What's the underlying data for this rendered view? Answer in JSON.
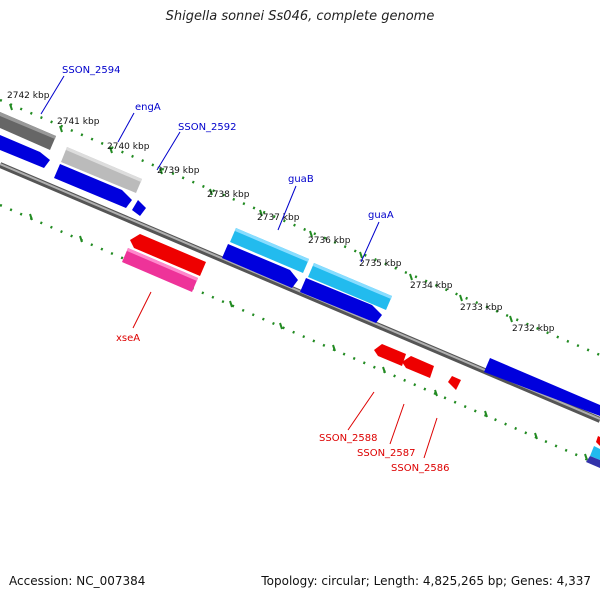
{
  "title": "Shigella sonnei Ss046, complete genome",
  "footer": {
    "accession": "Accession: NC_007384",
    "summary": "Topology: circular; Length: 4,825,265 bp; Genes: 4,337"
  },
  "colors": {
    "backbone": "#888888",
    "tick": "#228b22",
    "forward_label": "#0000cc",
    "reverse_label": "#dd0000",
    "blue": "#0000dd",
    "cyan": "#22bbee",
    "red": "#ee0000",
    "pink": "#ee3399",
    "dark_grey": "#666666",
    "light_grey": "#bbbbbb"
  },
  "scale_ticks": [
    "2742 kbp",
    "2741 kbp",
    "2740 kbp",
    "2739 kbp",
    "2738 kbp",
    "2737 kbp",
    "2736 kbp",
    "2735 kbp",
    "2734 kbp",
    "2733 kbp",
    "2732 kbp"
  ],
  "gene_labels": [
    {
      "text": "SSON_2594",
      "strand": "forward"
    },
    {
      "text": "engA",
      "strand": "forward"
    },
    {
      "text": "SSON_2592",
      "strand": "forward"
    },
    {
      "text": "guaB",
      "strand": "forward"
    },
    {
      "text": "guaA",
      "strand": "forward"
    },
    {
      "text": "xseA",
      "strand": "reverse"
    },
    {
      "text": "SSON_2588",
      "strand": "reverse"
    },
    {
      "text": "SSON_2587",
      "strand": "reverse"
    },
    {
      "text": "SSON_2586",
      "strand": "reverse"
    }
  ]
}
